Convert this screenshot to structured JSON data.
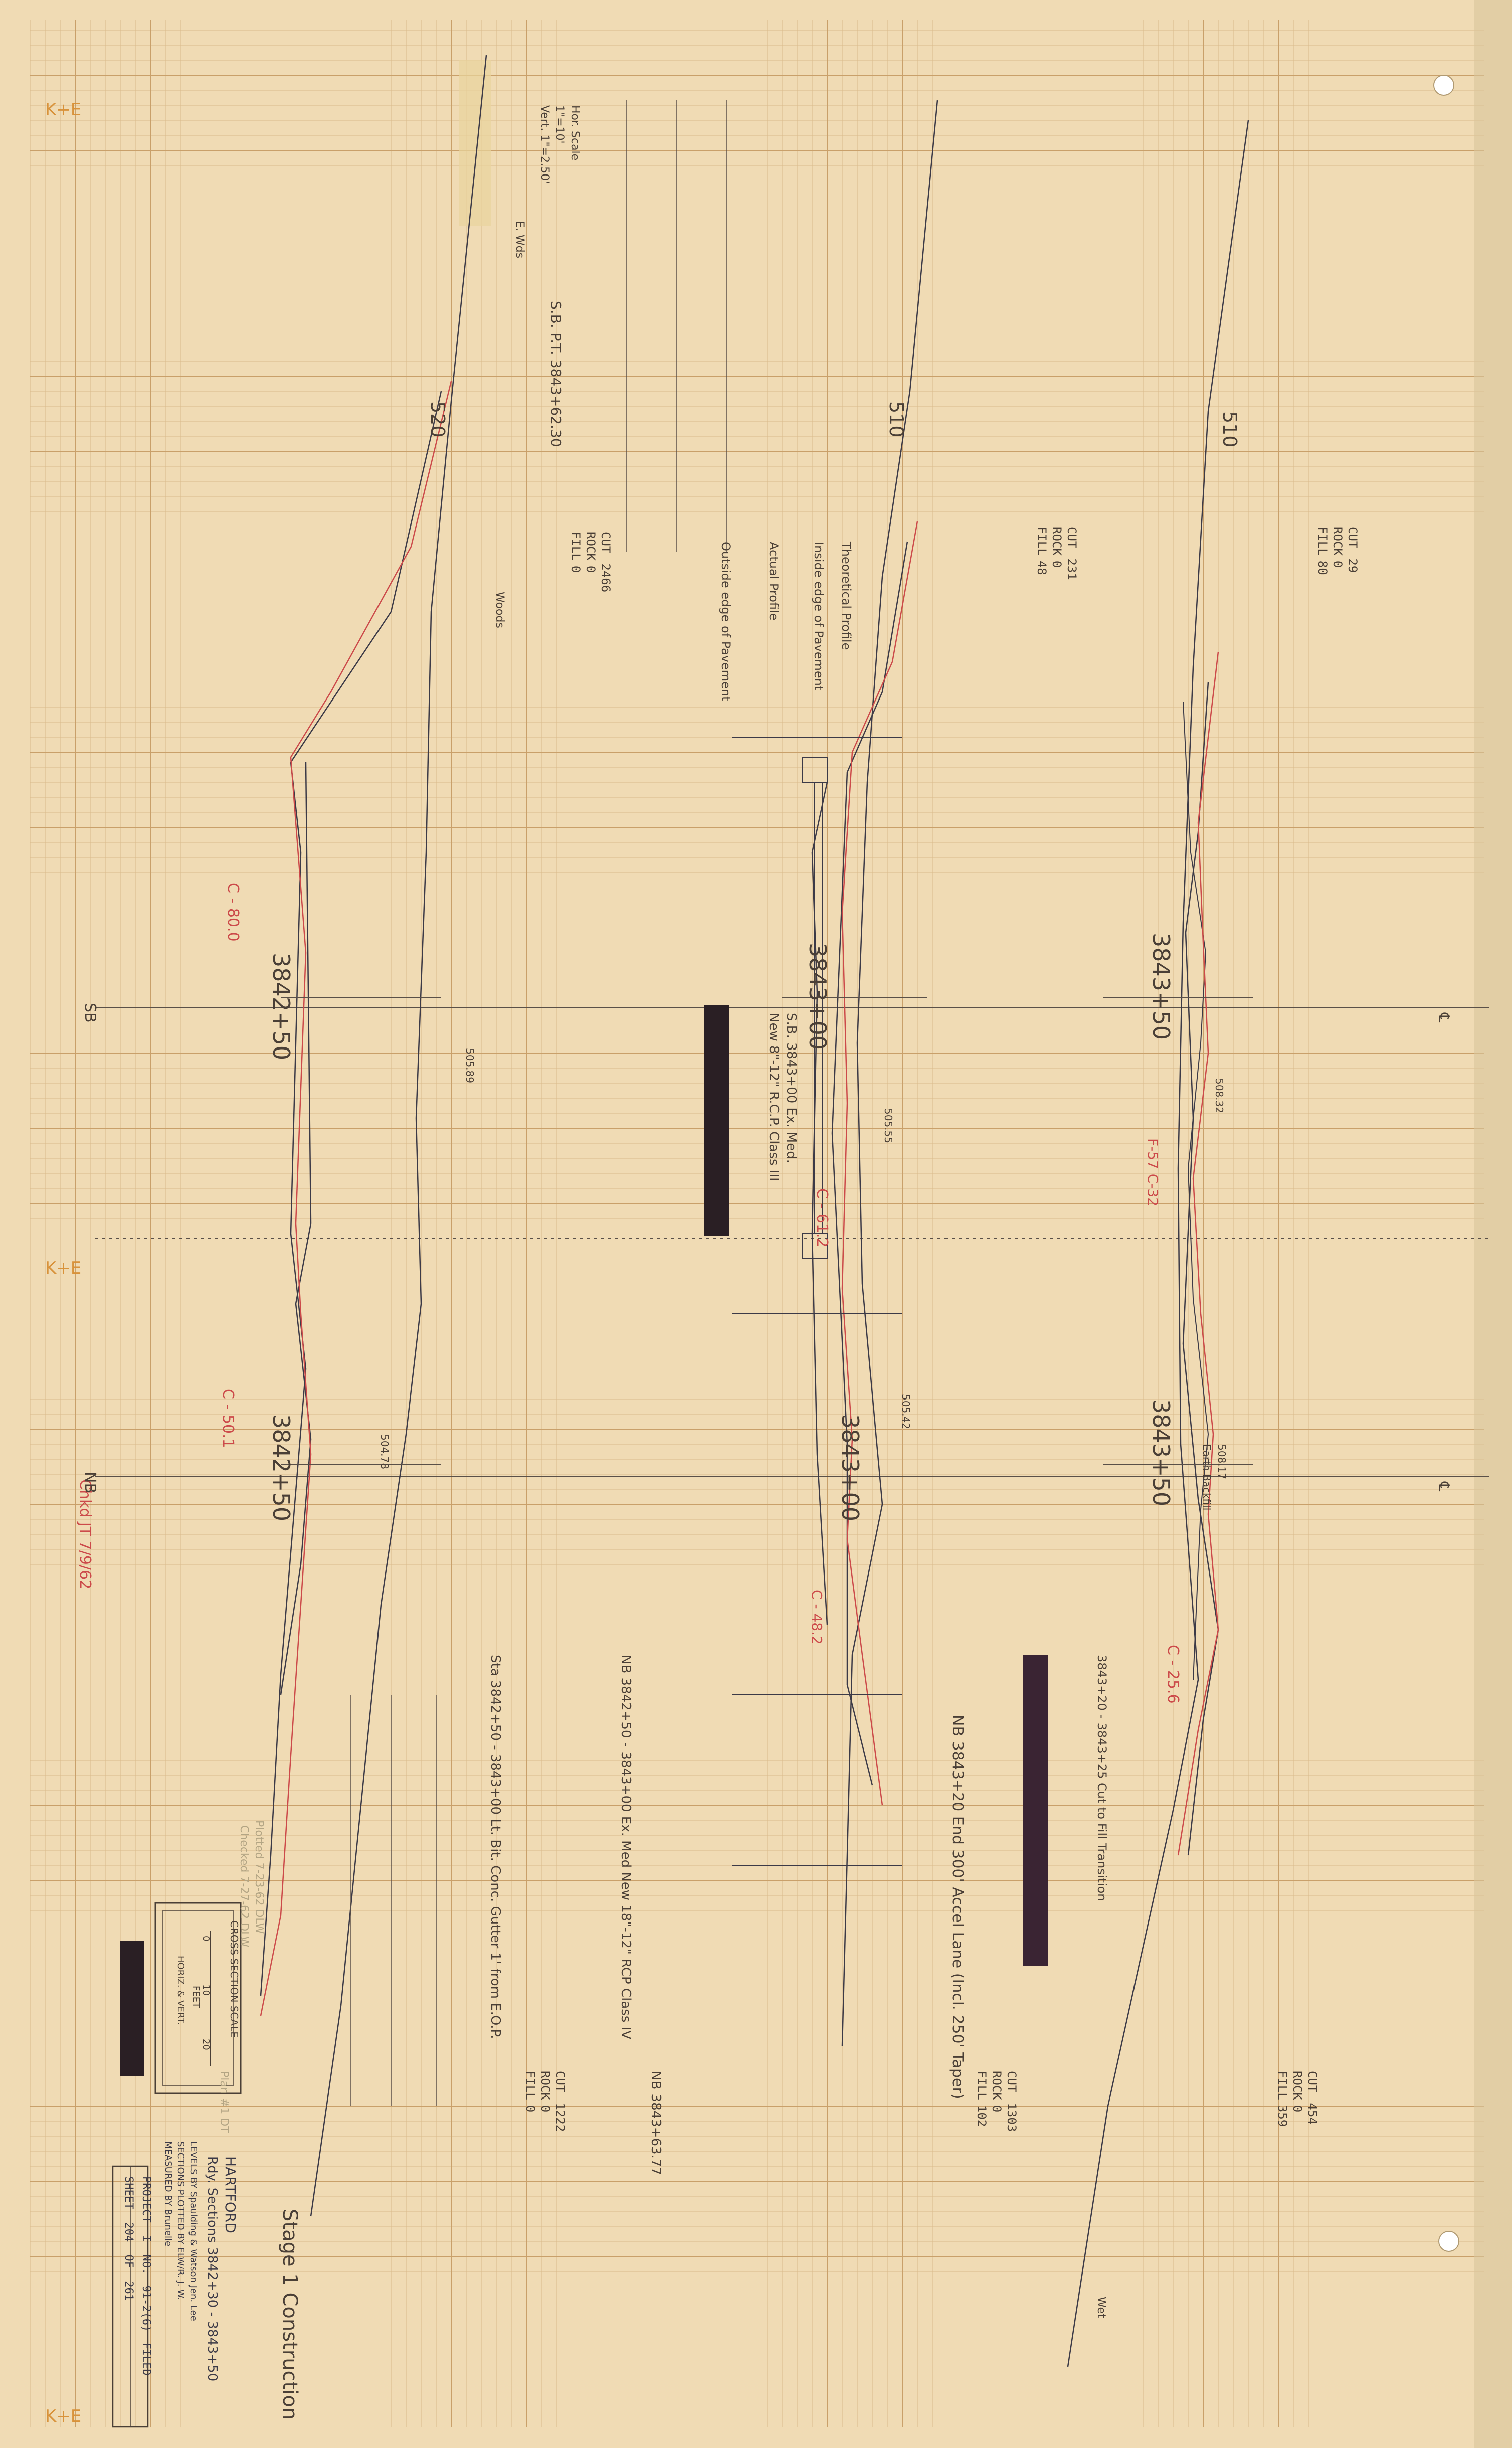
{
  "sheet": {
    "title_block": {
      "county": "HARTFORD",
      "description": "Rdy. Sections 3842+30 - 3843+50",
      "stage": "Stage 1 Construction",
      "project_label": "PROJECT",
      "project_number": "I",
      "no_label": "NO.",
      "no_value": "91-2(6)",
      "filed_label": "FILED",
      "sheet_label": "SHEET",
      "sheet_number": "204",
      "of_label": "OF",
      "sheet_total": "261",
      "credit_lines": [
        "LEVELS BY Spaulding & Watson  Jen. Lee",
        "SECTIONS PLOTTED BY ELW/R. J. W.",
        "MEASURED BY Brunelle"
      ]
    },
    "scale_box": {
      "title": "CROSS SECTION SCALE",
      "ticks": [
        "0",
        "10",
        "20"
      ],
      "unit": "FEET",
      "note": "HORIZ. & VERT."
    },
    "stamps": {
      "maker": "K+E",
      "checked": "Chkd JT 7/9/62",
      "plotted": "Plotted 7-23-62 DLW",
      "checked_lower": "Checked 7-27-62 DLW",
      "footer": "Plan #1  DT"
    },
    "quantity_boxes": [
      {
        "labels": [
          "CUT",
          "ROCK",
          "FILL"
        ],
        "values": [
          "29",
          "0",
          "80"
        ]
      },
      {
        "labels": [
          "CUT",
          "ROCK",
          "FILL"
        ],
        "values": [
          "231",
          "0",
          "48"
        ]
      },
      {
        "labels": [
          "CUT",
          "ROCK",
          "FILL"
        ],
        "values": [
          "2466",
          "0",
          "0"
        ]
      },
      {
        "labels": [
          "CUT",
          "ROCK",
          "FILL"
        ],
        "values": [
          "454",
          "0",
          "359"
        ]
      },
      {
        "labels": [
          "CUT",
          "ROCK",
          "FILL"
        ],
        "values": [
          "1303",
          "0",
          "102"
        ]
      },
      {
        "labels": [
          "CUT",
          "ROCK",
          "FILL"
        ],
        "values": [
          "1222",
          "0",
          "0"
        ]
      }
    ],
    "sections": [
      {
        "station": "3843+50",
        "elev": "508.32",
        "note": "C - 25.6",
        "red_note": "F-57  C-32"
      },
      {
        "station": "3843+00",
        "elev": "505.55",
        "note": "C - 61.2"
      },
      {
        "station": "3842+50",
        "elev": "505.89",
        "note": "C - 80.0"
      },
      {
        "station": "3843+50",
        "elev": "508.17",
        "note": "Earth Backfill"
      },
      {
        "station": "3843+00",
        "elev": "505.42",
        "note": "C - 48.2"
      },
      {
        "station": "3842+50",
        "elev": "504.78",
        "note": "C - 50.1"
      }
    ],
    "grade_labels": [
      "510",
      "510",
      "520"
    ],
    "centerline_labels": [
      "SB",
      "NB"
    ],
    "notes": {
      "sb_pi": "S.B. P.T. 3843+62.30",
      "sb_curb": "S.B. 3843+00  Ex. Med.",
      "sb_ramp": "New 8\"-12\" R.C.P. Class III",
      "nb_end": "NB 3843+20  End 300' Accel Lane  (Incl. 250' Taper)",
      "nb_pc": "NB 3843+63.77",
      "transition": "3843+20 - 3843+25  Cut to Fill Transition",
      "nb_drain": "NB 3842+50 - 3843+00 Ex. Med  New 18\"-12\" RCP Class IV",
      "sta_curb": "Sta 3842+50 - 3843+00 Lt.  Bit. Conc. Gutter 1' from E.O.P.",
      "profile_legend": [
        "Theoretical  Profile",
        "Inside edge of Pavement",
        "Actual  Profile",
        "Outside edge of Pavement"
      ],
      "scale_note": [
        "Hor. Scale",
        "1\"=10'",
        "Vert. 1\"=2.50'"
      ],
      "woods": "Woods",
      "wet": "Wet",
      "e_wds": "E. Wds"
    }
  }
}
